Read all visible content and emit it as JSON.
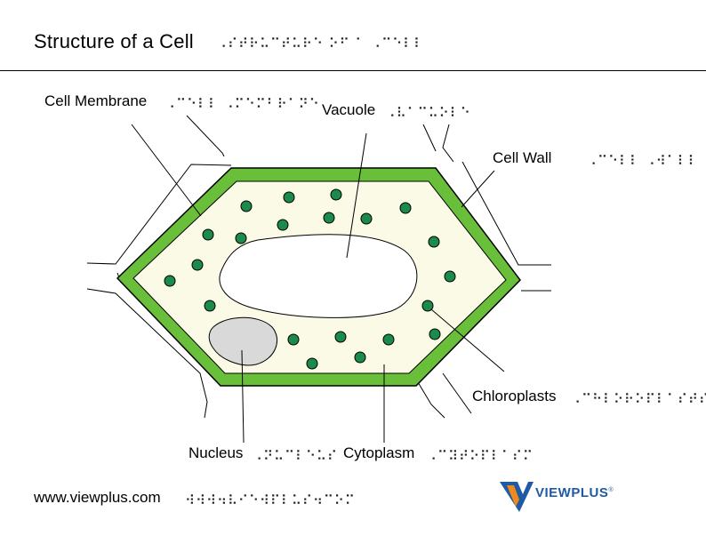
{
  "title": "Structure of a Cell",
  "labels": {
    "cell_membrane": "Cell Membrane",
    "vacuole": "Vacuole",
    "cell_wall": "Cell Wall",
    "chloroplasts": "Chloroplasts",
    "nucleus": "Nucleus",
    "cytoplasm": "Cytoplasm"
  },
  "footer": {
    "url": "www.viewplus.com",
    "logo": "VIEWPLUS"
  },
  "colors": {
    "cell_wall": "#6abf3a",
    "cytoplasm": "#fafae6",
    "chloroplast": "#1b8a4a",
    "nucleus": "#d9d9d9",
    "logo_blue": "#1f5aa6",
    "logo_orange": "#f08a1c"
  }
}
